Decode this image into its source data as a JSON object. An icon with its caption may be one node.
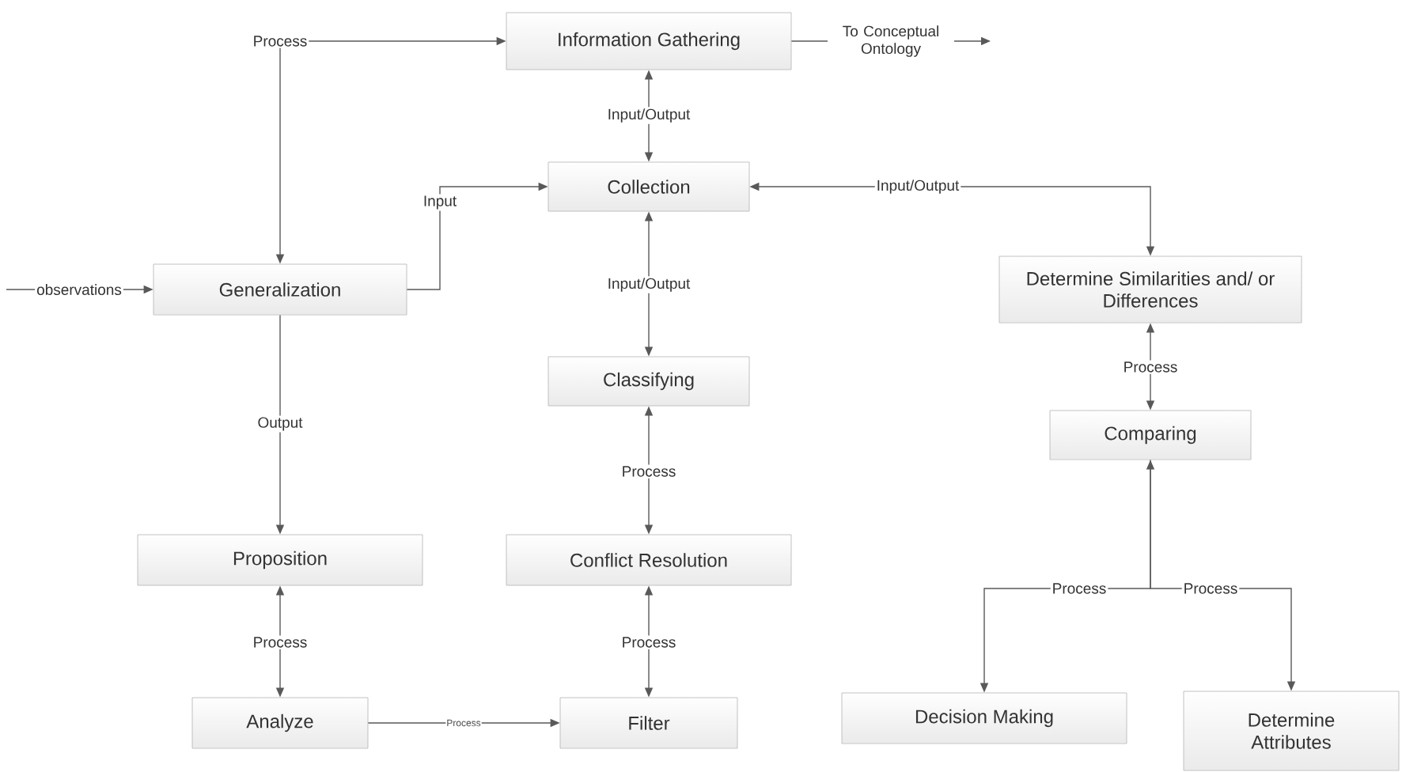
{
  "diagram": {
    "nodes": [
      {
        "text": [
          "Information Gathering"
        ]
      },
      {
        "text": [
          "Collection"
        ]
      },
      {
        "text": [
          "Generalization"
        ]
      },
      {
        "text": [
          "Determine Similarities and/ or Differences"
        ]
      },
      {
        "text": [
          "Classifying"
        ]
      },
      {
        "text": [
          "Comparing"
        ]
      },
      {
        "text": [
          "Proposition"
        ]
      },
      {
        "text": [
          "Conflict Resolution"
        ]
      },
      {
        "text": [
          "Analyze"
        ]
      },
      {
        "text": [
          "Filter"
        ]
      },
      {
        "text": [
          "Decision Making"
        ]
      },
      {
        "text": [
          "Determine Attributes"
        ]
      }
    ],
    "edges": [
      {
        "from": 2,
        "to": 0,
        "arrow": "both",
        "label": "Process"
      },
      {
        "from": 0,
        "to": null,
        "arrow": "to",
        "label": "To Conceptual Ontology"
      },
      {
        "from": null,
        "to": 2,
        "arrow": "to",
        "label": "observations"
      },
      {
        "from": 1,
        "to": 0,
        "arrow": "both",
        "label": "Input/Output"
      },
      {
        "from": 2,
        "to": 1,
        "arrow": "to",
        "label": "Input"
      },
      {
        "from": 1,
        "to": 3,
        "arrow": "both",
        "label": "Input/Output"
      },
      {
        "from": 1,
        "to": 4,
        "arrow": "both",
        "label": "Input/Output"
      },
      {
        "from": 2,
        "to": 6,
        "arrow": "to",
        "label": "Output"
      },
      {
        "from": 4,
        "to": 7,
        "arrow": "both",
        "label": "Process"
      },
      {
        "from": 3,
        "to": 5,
        "arrow": "both",
        "label": "Process"
      },
      {
        "from": 6,
        "to": 8,
        "arrow": "both",
        "label": "Process"
      },
      {
        "from": 7,
        "to": 9,
        "arrow": "both",
        "label": "Process"
      },
      {
        "from": 8,
        "to": 9,
        "arrow": "to",
        "label": "Process"
      },
      {
        "from": 5,
        "to": 10,
        "arrow": "both",
        "label": "Process"
      },
      {
        "from": 5,
        "to": 11,
        "arrow": "to",
        "label": "Process"
      }
    ]
  }
}
